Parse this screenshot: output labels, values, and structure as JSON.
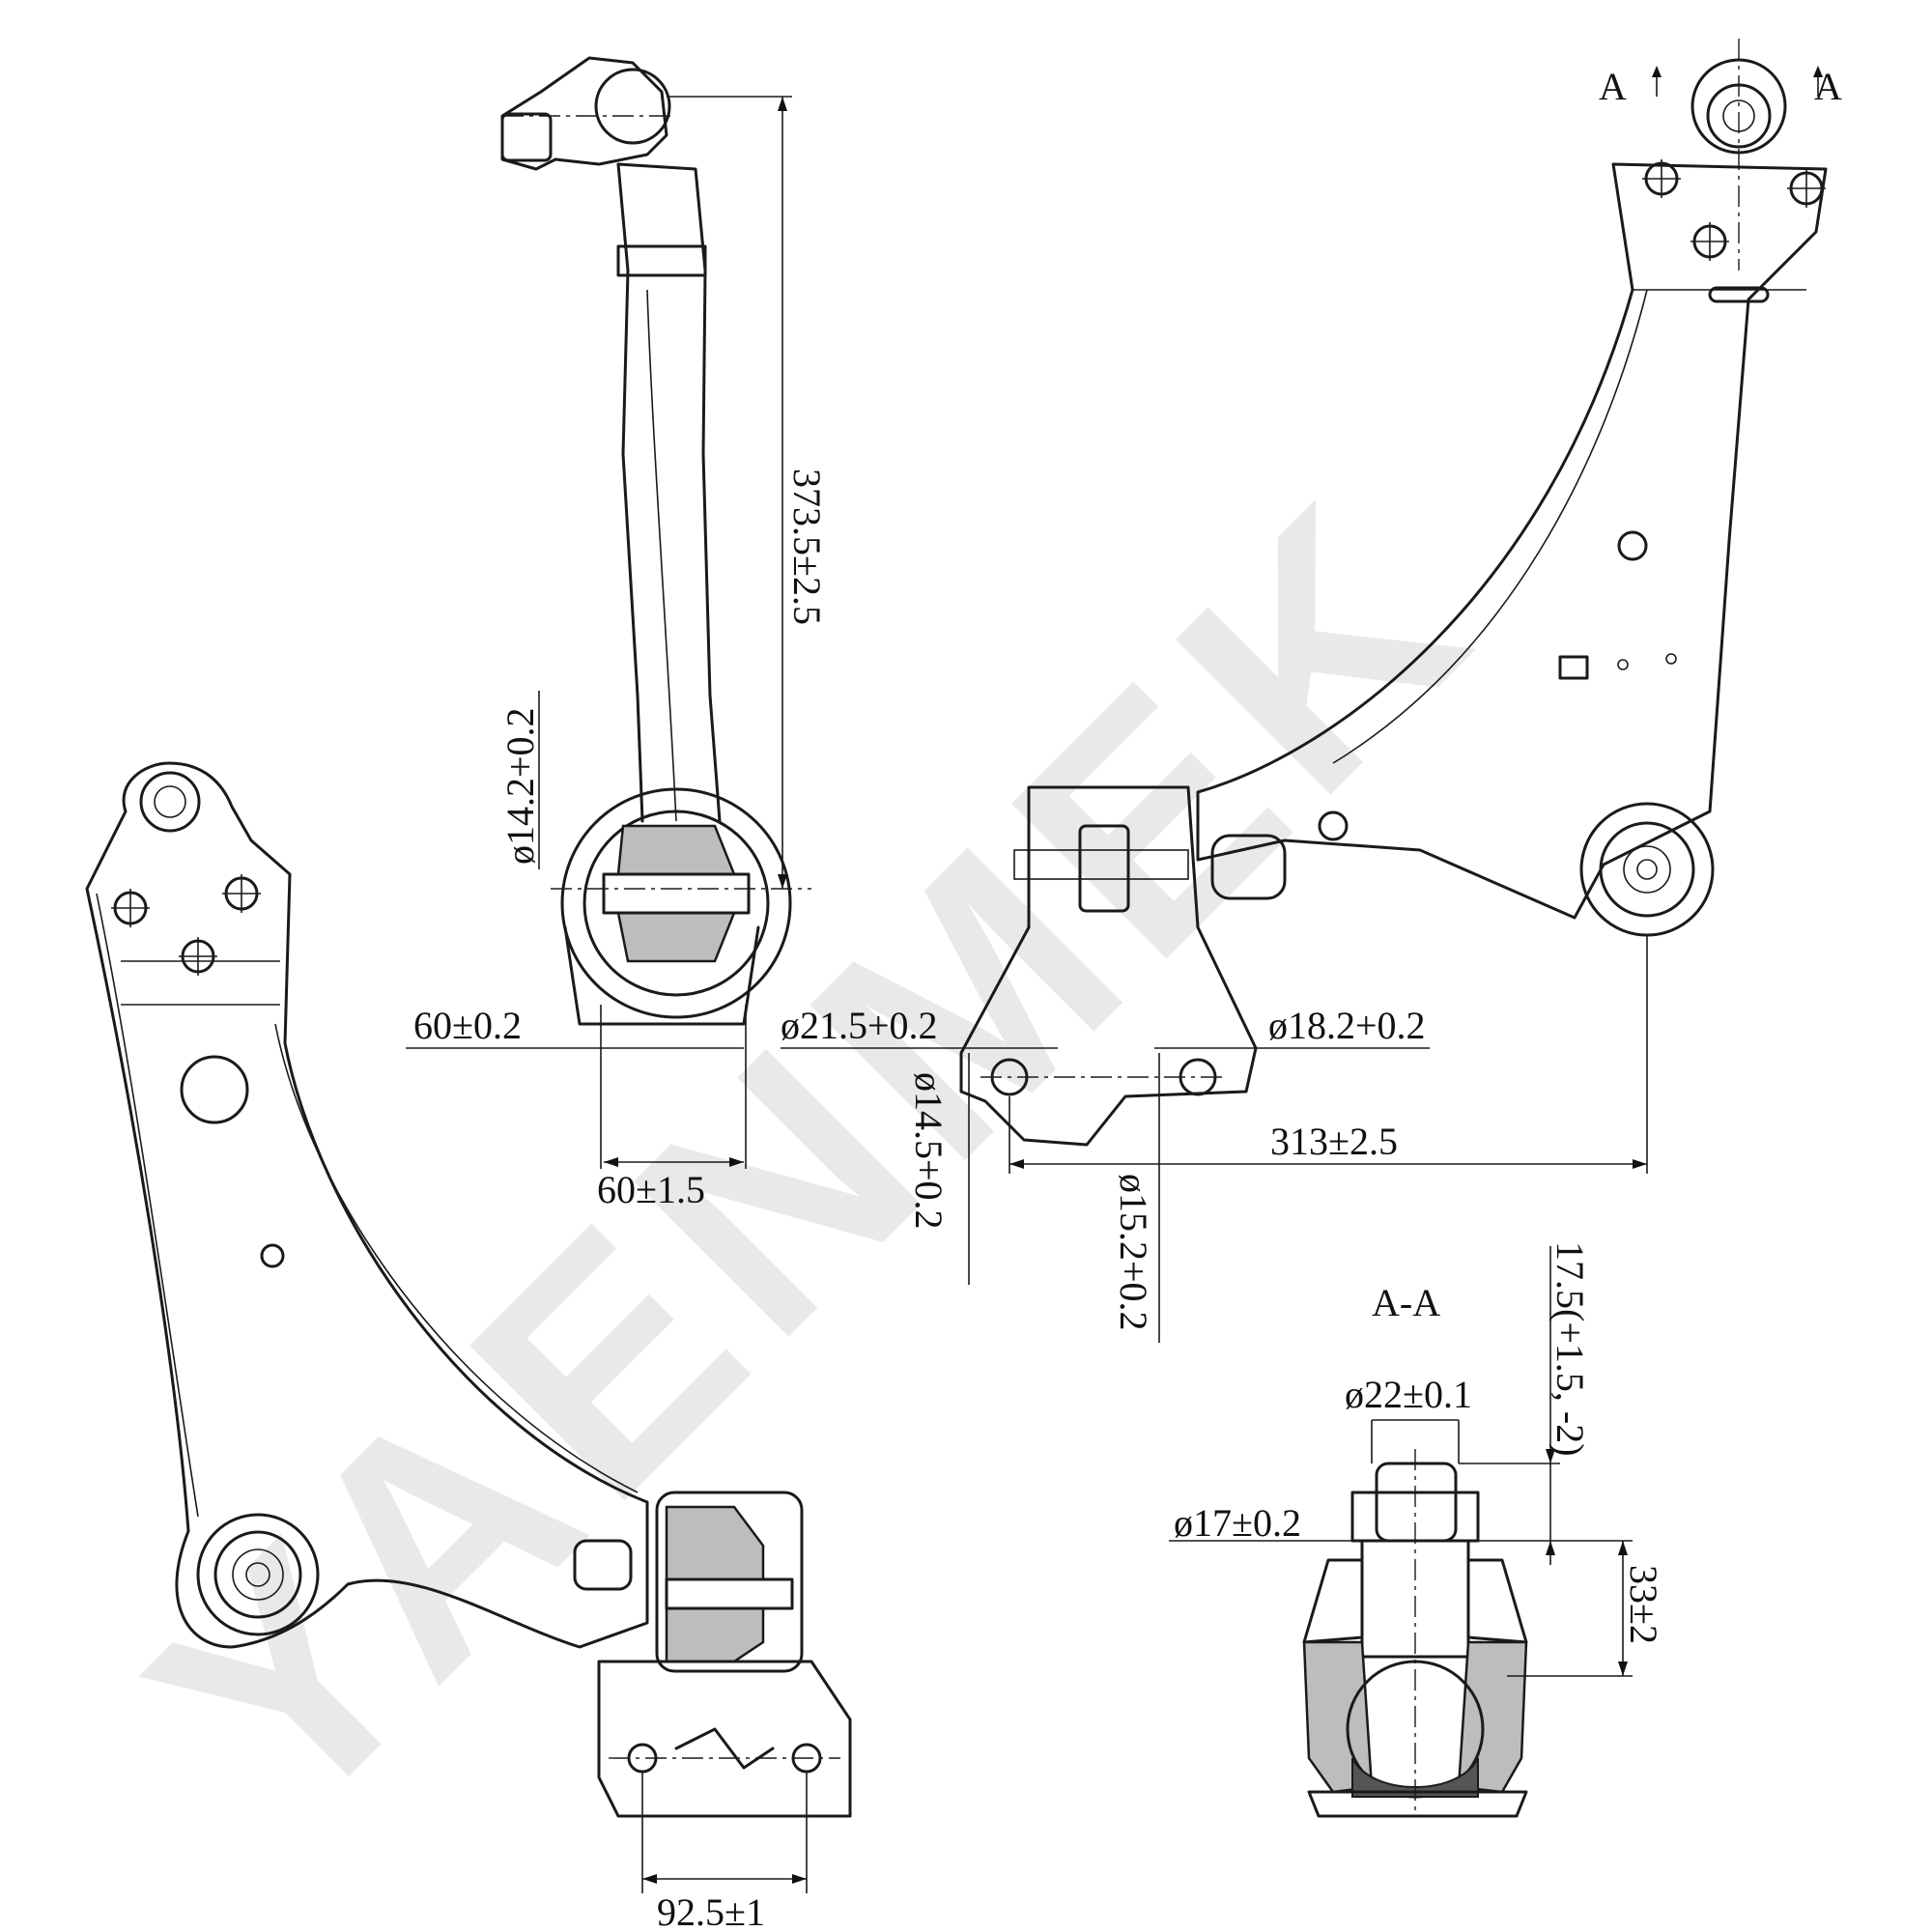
{
  "watermark": "YAENMEK",
  "section_marks": {
    "left": "A",
    "right": "A"
  },
  "section_title": "A-A",
  "dimensions": {
    "overall_length": "373.5±2.5",
    "bushing_bore": "ø14.2+0.2",
    "bushing_width_a": "60±0.2",
    "bushing_width_b": "60±1.5",
    "hole_a": "ø21.5+0.2",
    "hole_b": "ø18.2+0.2",
    "hole_c": "ø14.5+0.2",
    "hole_d": "ø15.2+0.2",
    "span": "313±2.5",
    "bracket_pitch": "92.5±1",
    "ball_stud_top": "ø22±0.1",
    "ball_stud_neck": "ø17±0.2",
    "stud_height": "17.5(+1.5, -2)",
    "joint_height": "33±2"
  }
}
